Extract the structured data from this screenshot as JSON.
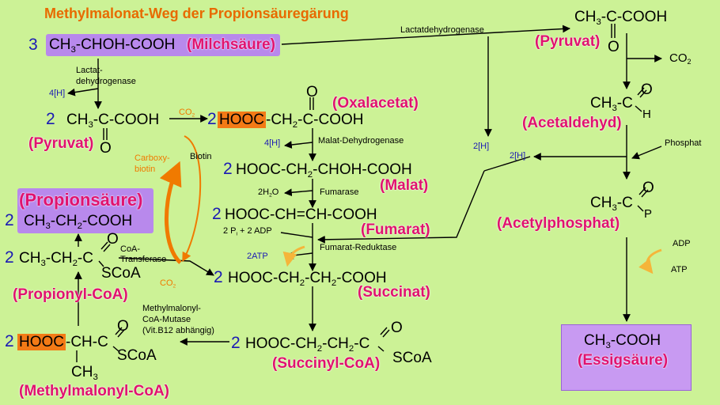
{
  "title": "Methylmalonat-Weg der Propionsäuregärung",
  "left": {
    "lactate_coef": "3",
    "lactate": "CH3-CHOH-COOH",
    "lactate_name": "(Milchsäure)",
    "ldh_label": "Lactat-\ndehydrogenase",
    "h4_left": "4[H]",
    "pyruvate_coef": "2",
    "pyruvate": "CH3-C-COOH",
    "pyruvate_name": "(Pyruvat)",
    "o_top": "O",
    "o_bottom": "O",
    "carboxybiotin": "Carboxy-\nbiotin",
    "biotin": "Biotin",
    "co2_top": "CO2",
    "co2_bottom": "CO2",
    "propionate_name": "(Propionsäure)",
    "propionate_coef": "2",
    "propionate": "CH3-CH2-COOH",
    "propionylcoa_coef": "2",
    "propionylcoa": "CH3-CH2-C",
    "propionylcoa_scoa": "SCoA",
    "propionylcoa_name": "(Propionyl-CoA)",
    "transferase": "CoA-\nTransferase",
    "mutase": "Methylmalonyl-\nCoA-Mutase\n(Vit.B12 abhängig)",
    "methylmalonyl_coef": "2",
    "methylmalonyl_hooc": "HOOC",
    "methylmalonyl_rest": "-CH-C",
    "methylmalonyl_scoa": "SCoA",
    "methylmalonyl_ch3": "CH3",
    "methylmalonyl_name": "(Methylmalonyl-CoA)"
  },
  "middle": {
    "oxalacetate_coef": "2",
    "oxalacetate_hooc": "HOOC",
    "oxalacetate_rest": "-CH2-C-COOH",
    "oxalacetate_name": "(Oxalacetat)",
    "h4_mid": "4[H]",
    "mdh": "Malat-Dehydrogenase",
    "malate_coef": "2",
    "malate": "HOOC-CH2-CHOH-COOH",
    "malate_name": "(Malat)",
    "h2o": "2H2O",
    "fumarase": "Fumarase",
    "fumarate_coef": "2",
    "fumarate": "HOOC-CH=CH-COOH",
    "fumarate_name": "(Fumarat)",
    "pi_adp": "2 Pi + 2 ADP",
    "atp": "2ATP",
    "fumarate_reductase": "Fumarat-Reduktase",
    "succinate_coef": "2",
    "succinate": "HOOC-CH2-CH2-COOH",
    "succinate_name": "(Succinat)",
    "succinylcoa_coef": "2",
    "succinylcoa": "HOOC-CH2-CH2-C",
    "succinylcoa_scoa": "SCoA",
    "succinylcoa_name": "(Succinyl-CoA)"
  },
  "right": {
    "ldh_top": "Lactatdehydrogenase",
    "pyruvate": "CH3-C-COOH",
    "pyruvate_name": "(Pyruvat)",
    "co2": "CO2",
    "acetaldehyde": "CH3-C",
    "acetaldehyde_h": "H",
    "acetaldehyde_name": "(Acetaldehyd)",
    "h2_a": "2[H]",
    "h2_b": "2[H]",
    "phosphat": "Phosphat",
    "acetylphosphate": "CH3-C",
    "acetylphosphate_p": "P",
    "acetylphosphate_name": "(Acetylphosphat)",
    "adp": "ADP",
    "atp": "ATP",
    "acetic": "CH3-COOH",
    "acetic_name": "(Essigsäure)"
  },
  "colors": {
    "background": "#ccf296",
    "product_box": "#b889ec",
    "highlight": "#f37a16",
    "name_text": "#e0126e",
    "coefficient": "#1a1ab4"
  }
}
